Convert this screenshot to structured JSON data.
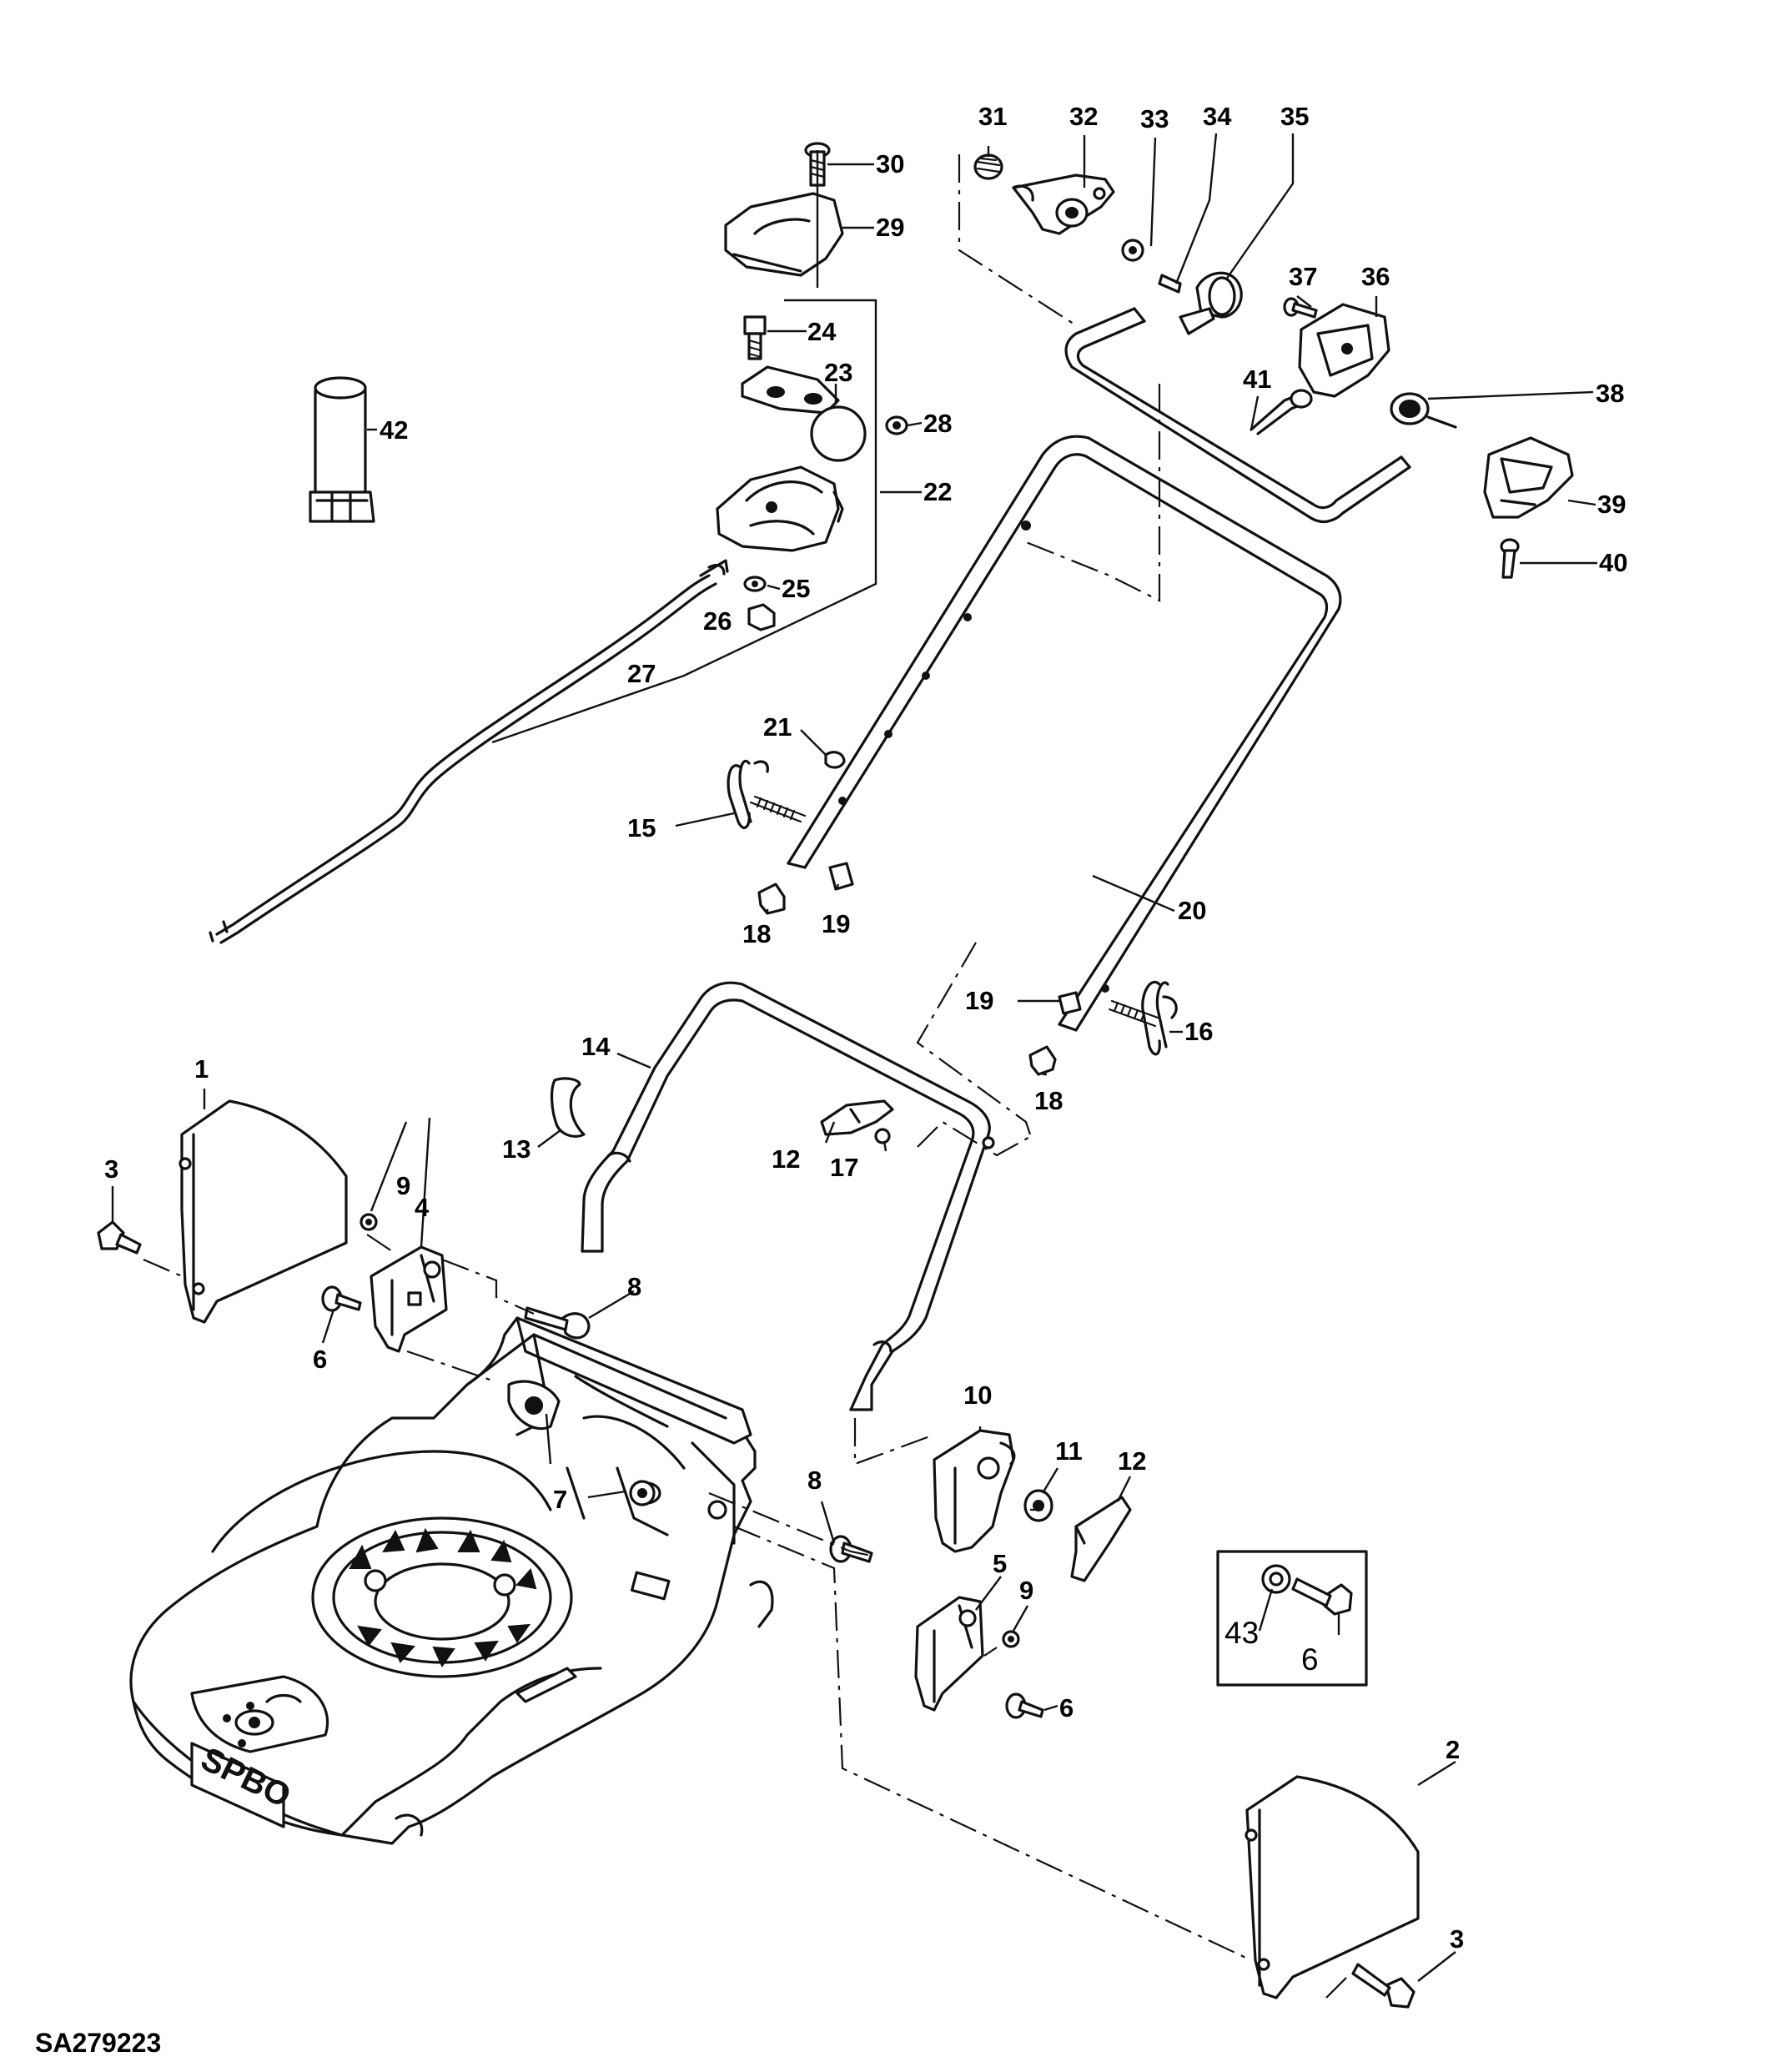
{
  "drawing_ref": "SA279223",
  "deck_marking": "SPBO",
  "callouts": {
    "c1": "1",
    "c2": "2",
    "c3a": "3",
    "c3b": "3",
    "c4": "4",
    "c5": "5",
    "c6a": "6",
    "c6b": "6",
    "c6c": "6",
    "c7": "7",
    "c8a": "8",
    "c8b": "8",
    "c9a": "9",
    "c9b": "9",
    "c10": "10",
    "c11": "11",
    "c12a": "12",
    "c12b": "12",
    "c13": "13",
    "c14": "14",
    "c15": "15",
    "c16": "16",
    "c17": "17",
    "c18a": "18",
    "c18b": "18",
    "c19a": "19",
    "c19b": "19",
    "c20": "20",
    "c21": "21",
    "c22": "22",
    "c23": "23",
    "c24": "24",
    "c25": "25",
    "c26": "26",
    "c27": "27",
    "c28": "28",
    "c29": "29",
    "c30": "30",
    "c31": "31",
    "c32": "32",
    "c33": "33",
    "c34": "34",
    "c35": "35",
    "c36": "36",
    "c37": "37",
    "c38": "38",
    "c39": "39",
    "c40": "40",
    "c41": "41",
    "c42": "42",
    "c43": "43"
  }
}
